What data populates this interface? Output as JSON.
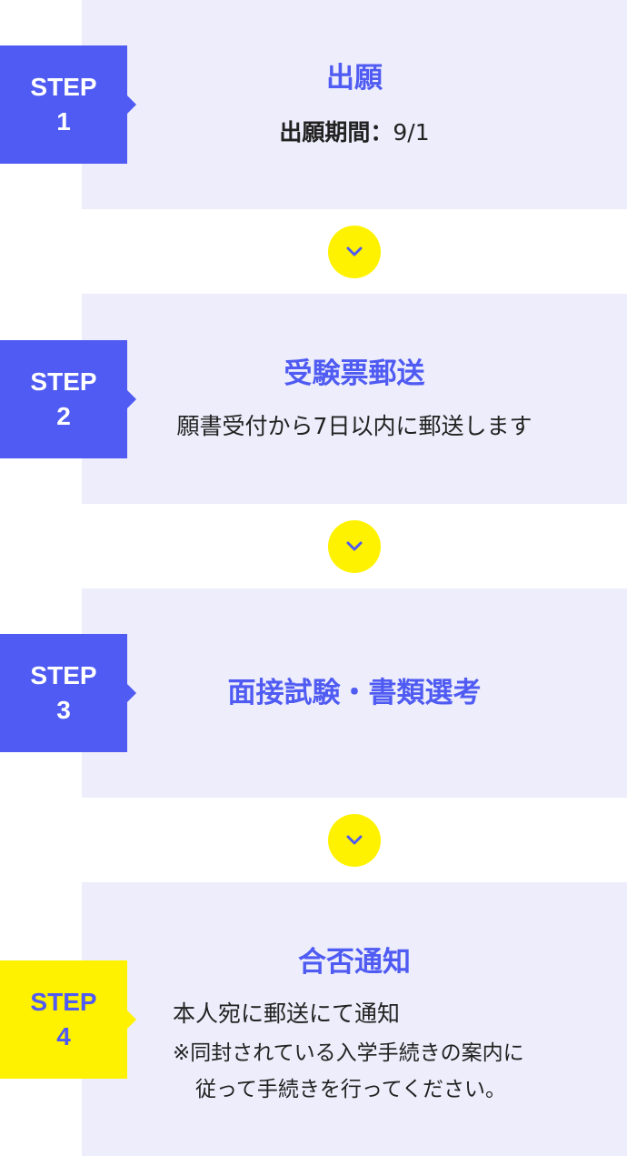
{
  "colors": {
    "accent": "#4f5bf2",
    "card_bg": "#ededfb",
    "highlight": "#fff200",
    "text": "#222222"
  },
  "steps": [
    {
      "badge_word": "STEP",
      "badge_num": "1",
      "title": "出願",
      "label": "出願期間：",
      "value": "9/1"
    },
    {
      "badge_word": "STEP",
      "badge_num": "2",
      "title": "受験票郵送",
      "text": "願書受付から7日以内に郵送します"
    },
    {
      "badge_word": "STEP",
      "badge_num": "3",
      "title": "面接試験・書類選考"
    },
    {
      "badge_word": "STEP",
      "badge_num": "4",
      "title": "合否通知",
      "lines": [
        "本人宛に郵送にて通知",
        "※同封されている入学手続きの案内に",
        "従って手続きを行ってください。"
      ]
    }
  ],
  "arrow_icon": "chevron-down-icon"
}
